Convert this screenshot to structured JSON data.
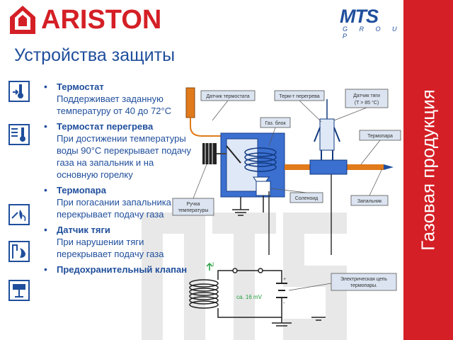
{
  "header": {
    "brand": "ARISTON",
    "partner_brand": "MTS",
    "partner_sub": "G R O U P",
    "page_title": "Устройства защиты",
    "section_title": "Газовая продукция"
  },
  "items": [
    {
      "title": "Термостат",
      "desc": "Поддерживает заданную температуру от 40 до 72°C",
      "icon": "thermostat-icon"
    },
    {
      "title": "Термостат перегрева",
      "desc": "При достижении температуры воды 90°C перекрывает подачу газа на запальник и на основную горелку",
      "icon": "overheat-thermostat-icon"
    },
    {
      "title": "Термопара",
      "desc": "При погасании запальника перекрывает подачу газа",
      "icon": "thermocouple-icon"
    },
    {
      "title": "Датчик тяги",
      "desc": "При нарушении тяги перекрывает подачу газа",
      "icon": "draft-sensor-icon"
    },
    {
      "title": "Предохранительный клапан",
      "desc": "",
      "icon": "safety-valve-icon"
    }
  ],
  "diagram": {
    "labels": {
      "thermostat_sensor": "Датчик термостата",
      "overheat_thermostat": "Терм-т перегрева",
      "draft_sensor_1": "Датчик тяги",
      "draft_sensor_2": "(T > 85 °C)",
      "gas_block": "Газ. блок",
      "thermocouple": "Термопара",
      "temp_knob_1": "Ручка",
      "temp_knob_2": "температуры",
      "solenoid": "Соленоид",
      "pilot": "Запальник",
      "circuit_1": "Электрическая цепь",
      "circuit_2": "термопары.",
      "voltage": "ca. 16 mV",
      "current": "I",
      "plus": "+",
      "minus": "-"
    }
  },
  "colors": {
    "brand_red": "#d41f26",
    "brand_blue": "#1f4e9c",
    "diagram_blue": "#2b62c7",
    "label_box": "#dbe4f0"
  }
}
